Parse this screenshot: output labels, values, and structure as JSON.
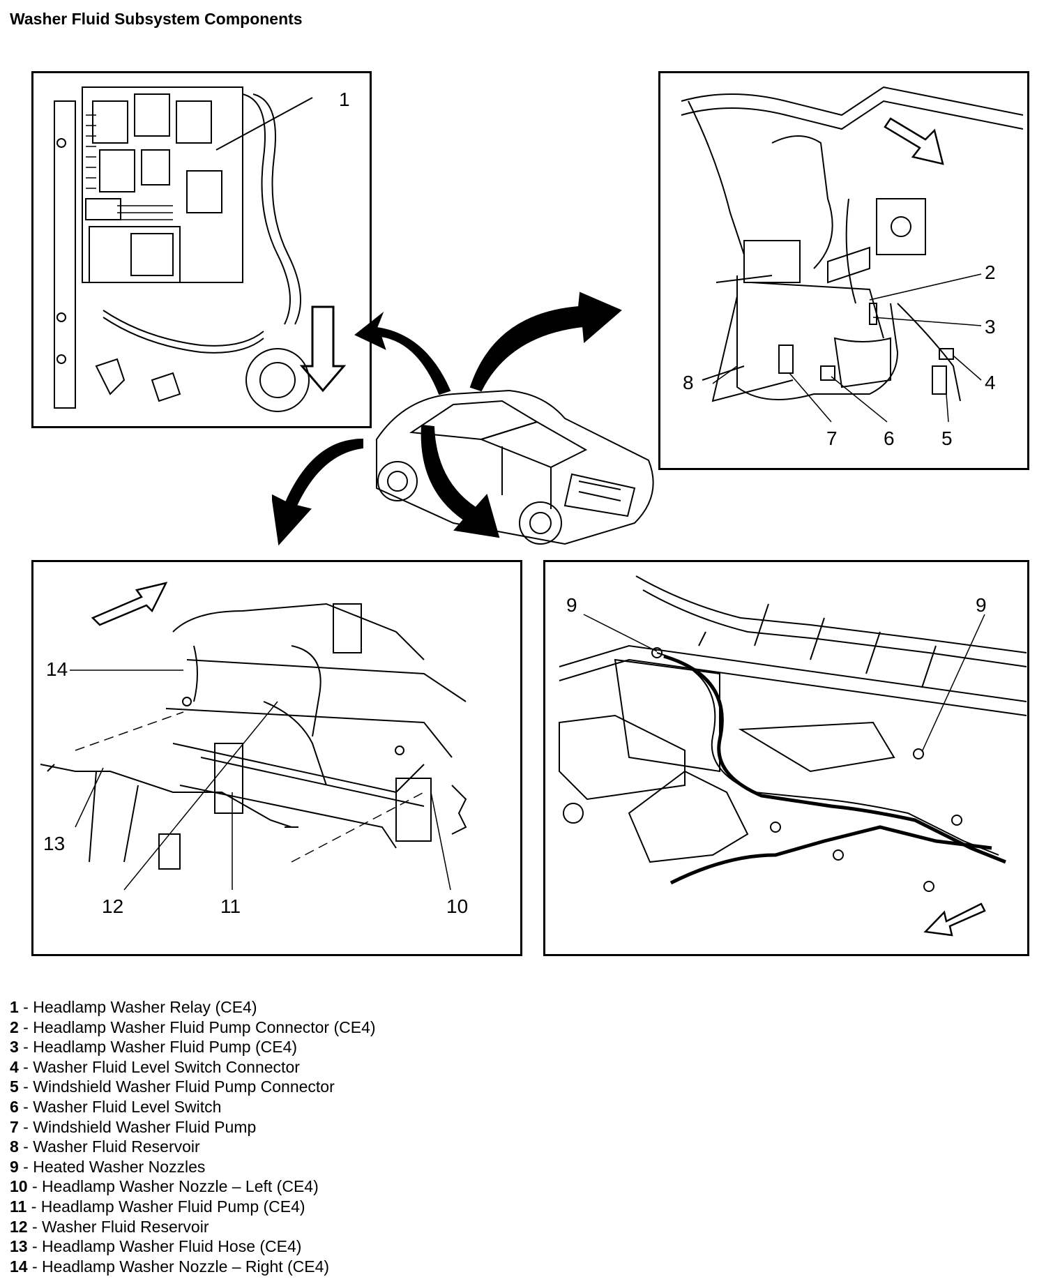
{
  "title": "Washer Fluid Subsystem Components",
  "panels": {
    "top_left": {
      "callouts": [
        "1"
      ]
    },
    "top_right": {
      "callouts": [
        "2",
        "3",
        "4",
        "5",
        "6",
        "7",
        "8"
      ]
    },
    "bottom_left": {
      "callouts": [
        "14",
        "13",
        "12",
        "11",
        "10"
      ]
    },
    "bottom_right": {
      "callouts": [
        "9",
        "9"
      ]
    }
  },
  "legend": [
    {
      "num": "1",
      "text": "Headlamp Washer Relay (CE4)"
    },
    {
      "num": "2",
      "text": "Headlamp Washer Fluid Pump Connector (CE4)"
    },
    {
      "num": "3",
      "text": "Headlamp Washer Fluid Pump (CE4)"
    },
    {
      "num": "4",
      "text": "Washer Fluid Level Switch Connector"
    },
    {
      "num": "5",
      "text": "Windshield Washer Fluid Pump Connector"
    },
    {
      "num": "6",
      "text": "Washer Fluid Level Switch"
    },
    {
      "num": "7",
      "text": "Windshield Washer Fluid Pump"
    },
    {
      "num": "8",
      "text": "Washer Fluid Reservoir"
    },
    {
      "num": "9",
      "text": "Heated Washer Nozzles"
    },
    {
      "num": "10",
      "text": "Headlamp Washer Nozzle – Left (CE4)"
    },
    {
      "num": "11",
      "text": "Headlamp Washer Fluid Pump (CE4)"
    },
    {
      "num": "12",
      "text": "Washer Fluid Reservoir"
    },
    {
      "num": "13",
      "text": "Headlamp Washer Fluid Hose (CE4)"
    },
    {
      "num": "14",
      "text": "Headlamp Washer Nozzle – Right (CE4)"
    }
  ]
}
